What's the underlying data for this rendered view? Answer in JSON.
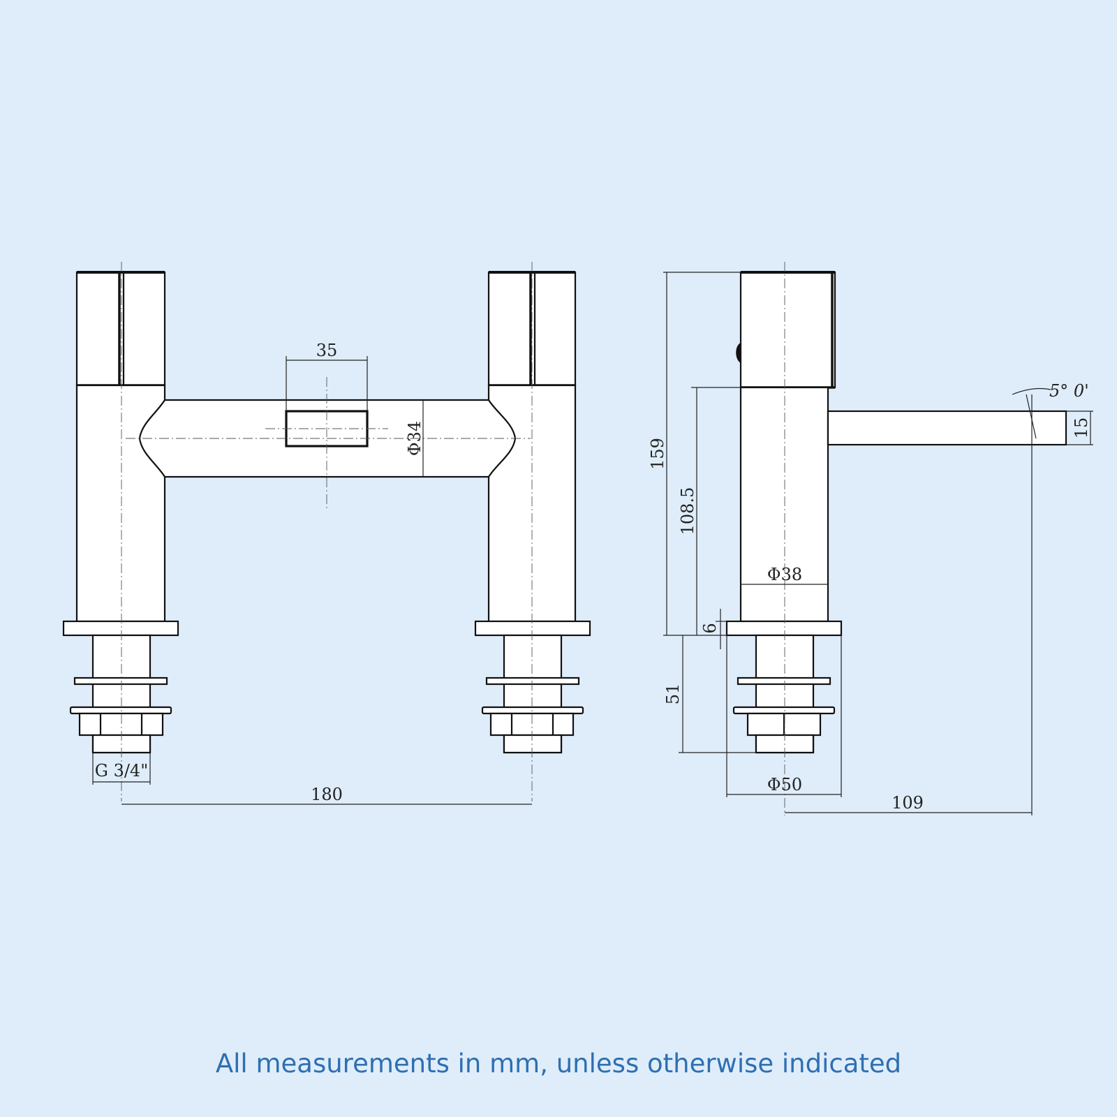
{
  "footer": "All measurements in mm, unless otherwise indicated",
  "dimensions": {
    "handle_width": "35",
    "body_diameter": "Φ34",
    "thread": "G 3/4\"",
    "tap_centres": "180",
    "overall_height": "159",
    "spout_height": "108.5",
    "pillar_diameter": "Φ38",
    "plate_thickness": "6",
    "shank_length": "51",
    "base_diameter": "Φ50",
    "spout_reach": "109",
    "spout_thickness": "15",
    "spout_angle": "5° 0'"
  },
  "colors": {
    "background": "#dfedfa",
    "footer_text": "#2d6fb3",
    "line": "#111111"
  }
}
